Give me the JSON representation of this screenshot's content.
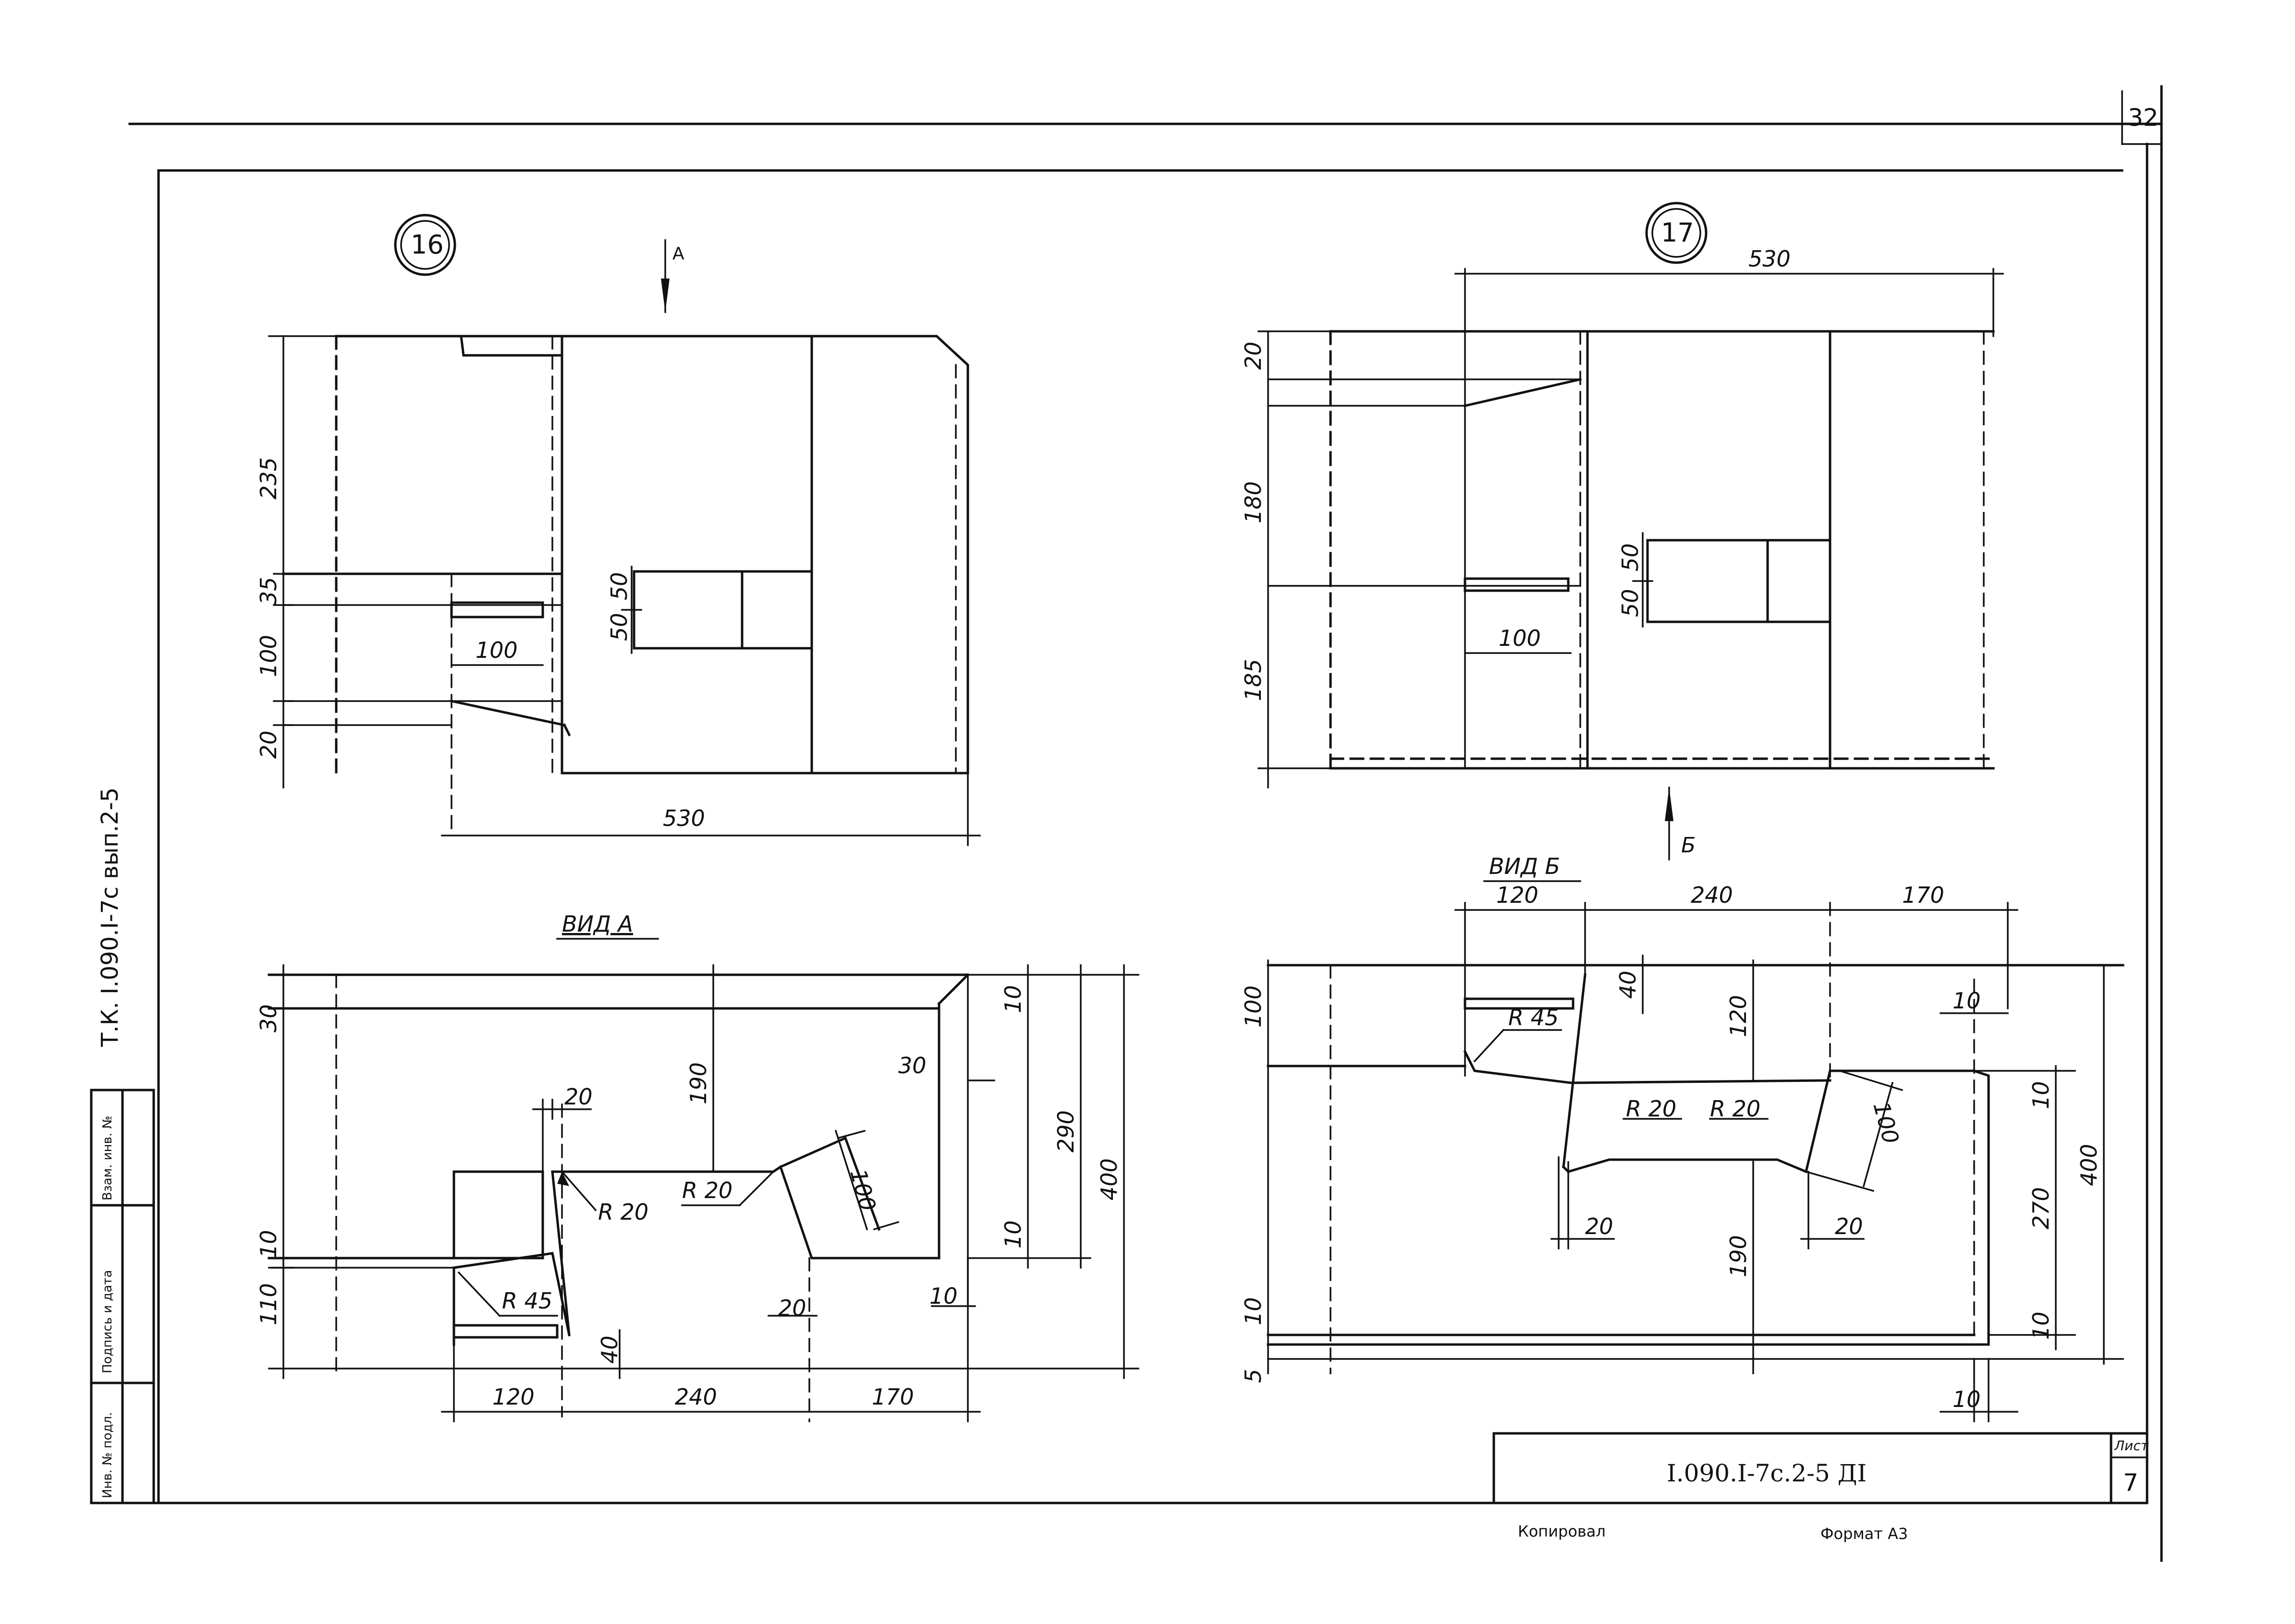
{
  "sheet_corner_number": "32",
  "detail_16": {
    "marker": "16",
    "view_arrow": "А",
    "dims_vertical": [
      "235",
      "35",
      "100",
      "20"
    ],
    "dim_opening_vertical": [
      "50",
      "50"
    ],
    "dim_inner_100": "100",
    "dim_width": "530"
  },
  "detail_17": {
    "marker": "17",
    "view_arrow": "Б",
    "dim_width": "530",
    "dims_vertical": [
      "20",
      "180",
      "185"
    ],
    "dim_opening_vertical": [
      "50",
      "50"
    ],
    "dim_inner_100": "100"
  },
  "view_a": {
    "title": "ВИД  А",
    "dims": {
      "left_30": "30",
      "left_10": "10",
      "left_110": "110",
      "top_20": "20",
      "mid_190": "190",
      "right_30": "30",
      "right_10_top": "10",
      "right_290": "290",
      "right_400": "400",
      "right_10_mid": "10",
      "right_10_bot": "10",
      "r20_left": "R 20",
      "r20_right": "R 20",
      "r45": "R 45",
      "diag_100": "100",
      "bot_40": "40",
      "bot_20": "20",
      "bottom_120": "120",
      "bottom_240": "240",
      "bottom_170": "170"
    }
  },
  "view_b": {
    "title": "ВИД  Б",
    "dims": {
      "top_120": "120",
      "top_240": "240",
      "top_170": "170",
      "left_100": "100",
      "inner_40": "40",
      "r45": "R 45",
      "mid_120": "120",
      "right_10_top": "10",
      "r20_left": "R 20",
      "r20_right": "R 20",
      "diag_100": "100",
      "right_10": "10",
      "right_270": "270",
      "right_400": "400",
      "bot_20_left": "20",
      "bot_20_right": "20",
      "mid_190": "190",
      "left_10": "10",
      "left_5": "5",
      "right_10_bot": "10",
      "bottom_10": "10"
    }
  },
  "side_label": "Т.К.  I.090.I-7с вып.2-5",
  "stamp": {
    "cells": [
      "Инв. № подл.",
      "Подпись и дата",
      "Взам. инв. №"
    ]
  },
  "title_block": {
    "code": "I.090.I-7с.2-5 ДI",
    "sheet_label": "Лист",
    "sheet_number": "7"
  },
  "footer": {
    "copied": "Копировал",
    "format": "Формат А3"
  }
}
